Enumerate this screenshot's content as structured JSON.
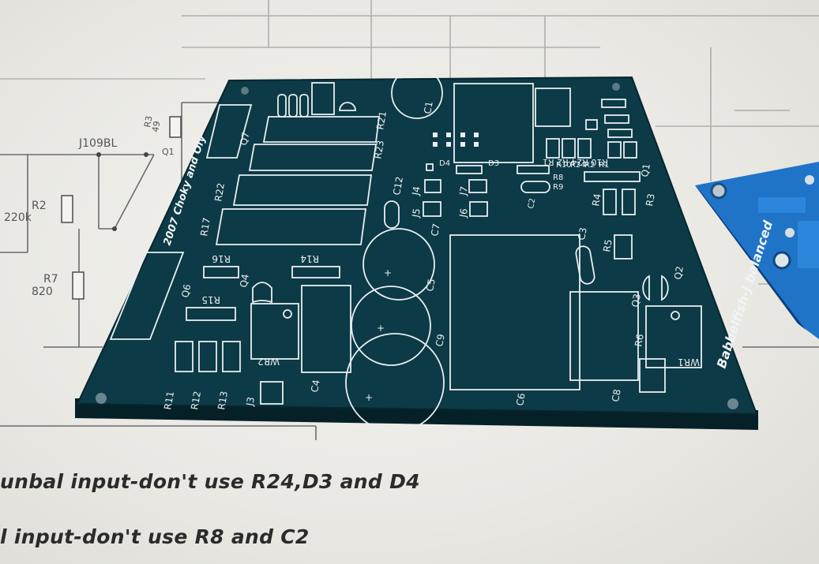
{
  "notes": {
    "line1": "unbal input-don't use R24,D3 and D4",
    "line2": "l input-don't use R8 and C2"
  },
  "schematic": {
    "r2_label": "R2",
    "r2_value": "220k",
    "r7_label": "R7",
    "r7_value": "820",
    "jfet": "J109BL",
    "q1": "Q1",
    "r_top": "R3",
    "r_top_val": "49"
  },
  "pcb": {
    "title": "2007 Choky and Oly",
    "brand": "Babbelfish-J balanced",
    "labels": {
      "r11": "R11",
      "r12": "R12",
      "r13": "R13",
      "j3": "J3",
      "c4": "C4",
      "c9": "C9",
      "c6": "C6",
      "c8": "C8",
      "wr1": "WR1",
      "wr2": "WR2",
      "r6": "R6",
      "q3": "Q3",
      "q2": "Q2",
      "r5": "R5",
      "c3": "C3",
      "r4": "R4",
      "r3": "R3",
      "q1": "Q1",
      "r8": "R8",
      "r9": "R9",
      "r1": "R1",
      "r2": "R2",
      "r24": "R24",
      "r10": "R10",
      "c1": "C1",
      "c2": "C2",
      "c5": "C5",
      "c7": "C7",
      "c12": "C12",
      "j4": "J4",
      "j5": "J5",
      "j6": "J6",
      "j7": "J7",
      "r17": "R17",
      "r22": "R22",
      "r23": "R23",
      "r21": "R21",
      "q7": "Q7",
      "q6": "Q6",
      "q4": "Q4",
      "r14": "R14",
      "r15": "R15",
      "r16": "R16",
      "d3": "D3",
      "d4": "D4"
    }
  },
  "colors": {
    "pcb_mask": "#0c3a46",
    "pcb_edge": "#062028",
    "silk": "#e9eef2",
    "second_board": "#1f74c8"
  }
}
